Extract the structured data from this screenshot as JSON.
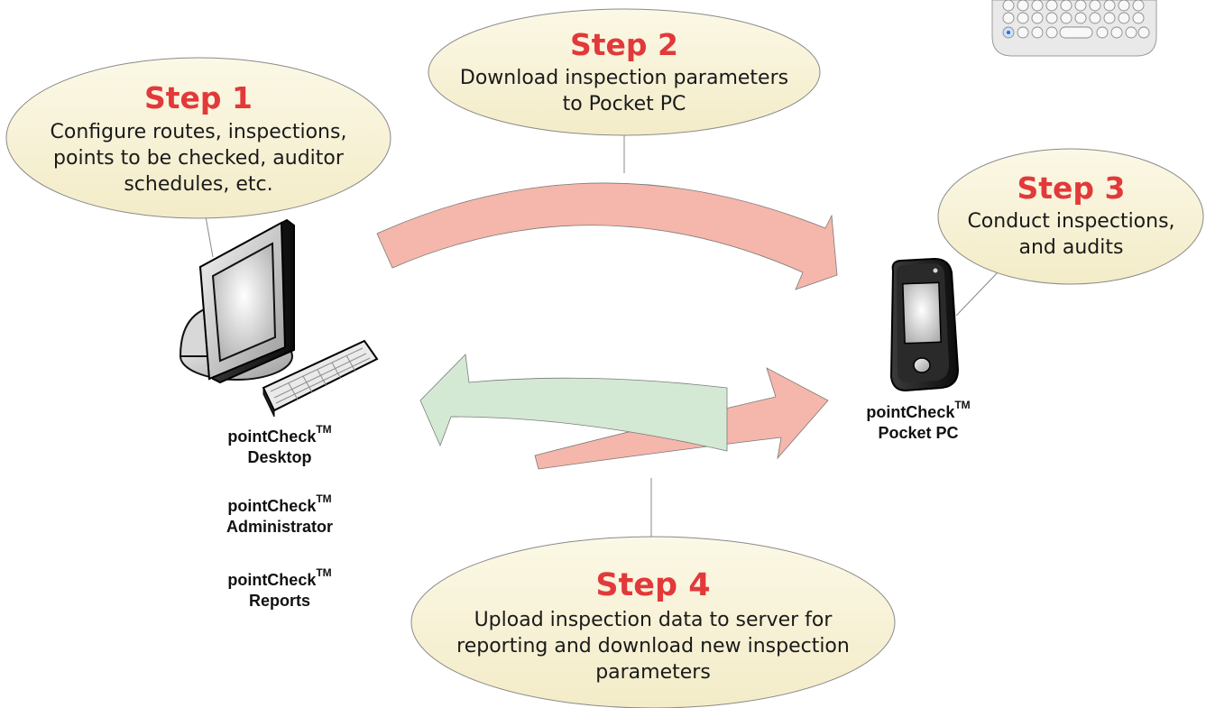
{
  "steps": {
    "step1": {
      "title": "Step 1",
      "lines": [
        "Configure routes, inspections,",
        "points to be checked, auditor",
        "schedules, etc."
      ]
    },
    "step2": {
      "title": "Step 2",
      "lines": [
        "Download inspection parameters",
        "to Pocket PC"
      ]
    },
    "step3": {
      "title": "Step 3",
      "lines": [
        "Conduct inspections,",
        "and audits"
      ]
    },
    "step4": {
      "title": "Step 4",
      "lines": [
        "Upload inspection data to server for",
        "reporting and download new inspection",
        "parameters"
      ]
    }
  },
  "labels": {
    "desktop": {
      "name": "pointCheck",
      "tm": "TM",
      "sub": "Desktop"
    },
    "administrator": {
      "name": "pointCheck",
      "tm": "TM",
      "sub": "Administrator"
    },
    "reports": {
      "name": "pointCheck",
      "tm": "TM",
      "sub": "Reports"
    },
    "pocketpc": {
      "name": "pointCheck",
      "tm": "TM",
      "sub": "Pocket PC"
    }
  },
  "icons": {
    "desktop": "desktop-computer-icon",
    "handheld": "pocket-pc-icon",
    "keyboard": "thumb-keyboard-icon"
  },
  "colors": {
    "step_title": "#e2393a",
    "bubble_fill": "#f8f3d8",
    "arrow_red": "#f5b6ab",
    "arrow_green": "#d3e9d4"
  }
}
